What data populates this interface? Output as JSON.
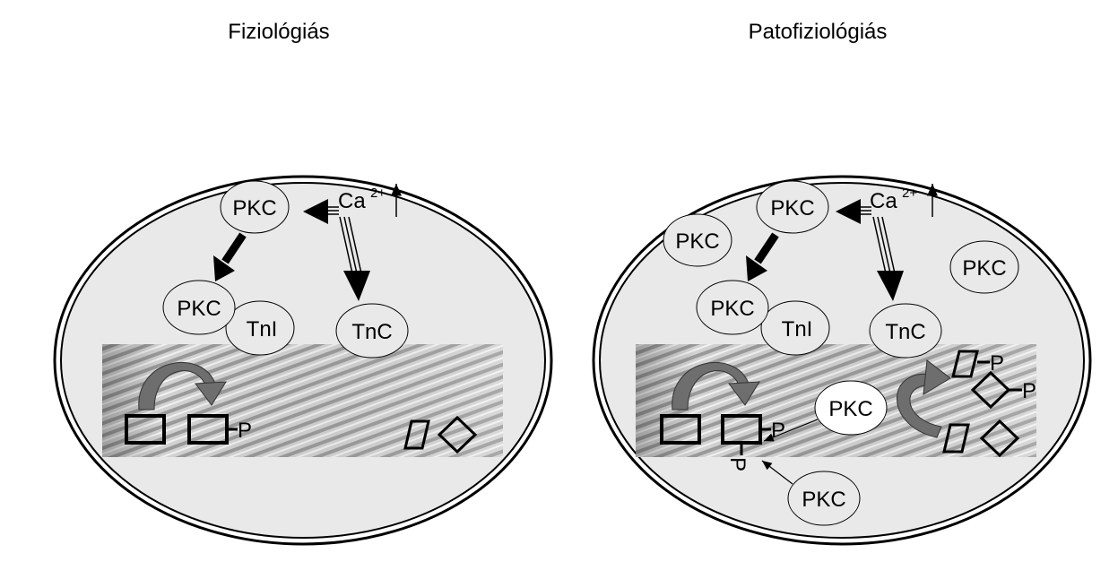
{
  "titles": {
    "left": "Fiziológiás",
    "right": "Patofiziológiás"
  },
  "labels": {
    "pkc": "PKC",
    "tni": "TnI",
    "tnc": "TnC",
    "ca": "Ca",
    "ca_sup": "2+",
    "phosphate": "P"
  },
  "colors": {
    "cell_fill": "#e9e9e9",
    "cell_border": "#000000",
    "arrow_dark": "#000000",
    "arrow_curved": "#6e6e6e",
    "myofibril_base": "#c8c8c8"
  }
}
